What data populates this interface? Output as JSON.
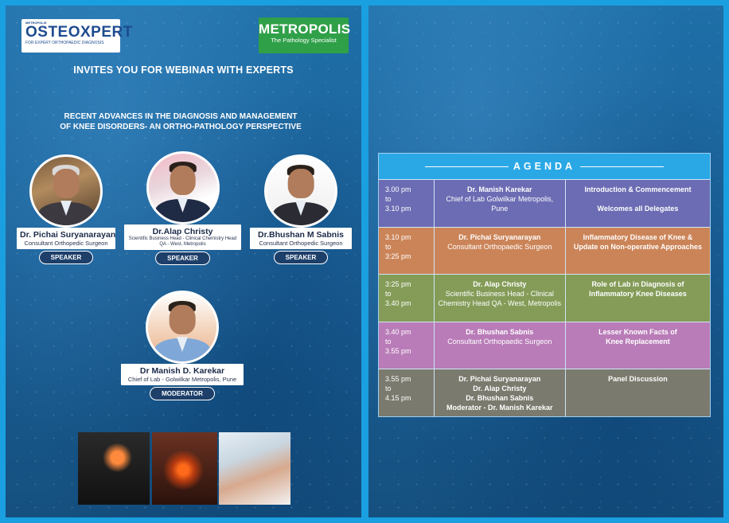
{
  "logos": {
    "osteo_top": "METROPOLIS",
    "osteo_brand": "OSTEOXPERT",
    "osteo_tagline": "FOR EXPERT ORTHOPAEDIC DIAGNOSIS",
    "metro_brand": "METROPOLIS",
    "metro_tagline": "The Pathology Specialist"
  },
  "invite": "INVITES YOU FOR WEBINAR WITH EXPERTS",
  "title_line1": "RECENT ADVANCES IN THE DIAGNOSIS AND MANAGEMENT",
  "title_line2": "OF KNEE DISORDERS- AN ORTHO-PATHOLOGY PERSPECTIVE",
  "speakers": [
    {
      "name": "Dr. Pichai Suryanarayan",
      "role": "Consultant Orthopedic Surgeon",
      "badge": "SPEAKER"
    },
    {
      "name": "Dr.Alap Christy",
      "role": "Scientific Business Head - Clinical Chemistry Head QA - West, Metropolis",
      "badge": "SPEAKER"
    },
    {
      "name": "Dr.Bhushan M Sabnis",
      "role": "Consultant Orthopedic Surgeon",
      "badge": "SPEAKER"
    }
  ],
  "moderator": {
    "name": "Dr Manish D. Karekar",
    "role": "Chief of Lab - Golwilkar Metropolis, Pune",
    "badge": "MODERATOR"
  },
  "agenda": {
    "heading": "AGENDA",
    "colors": [
      "#6c6cb4",
      "#cb8458",
      "#849c58",
      "#b97cb8",
      "#7a7a6e"
    ],
    "rows": [
      {
        "time": [
          "3.00 pm",
          "to",
          "3.10 pm"
        ],
        "speaker": [
          "Dr. Manish Karekar",
          "Chief of Lab Golwilkar Metropolis,",
          "Pune"
        ],
        "topic": [
          "Introduction & Commencement",
          "",
          "Welcomes all Delegates"
        ]
      },
      {
        "time": [
          "3.10 pm",
          "to",
          "3:25 pm"
        ],
        "speaker": [
          "Dr. Pichai Suryanarayan",
          "Consultant Orthopaedic Surgeon",
          ""
        ],
        "topic": [
          "Inflammatory Disease of Knee &",
          "Update on Non-operative Approaches",
          ""
        ]
      },
      {
        "time": [
          "3:25 pm",
          "to",
          "3.40 pm"
        ],
        "speaker": [
          "Dr. Alap Christy",
          "Scientific Business Head - Clinical",
          "Chemistry Head QA - West, Metropolis"
        ],
        "topic": [
          "Role of Lab in Diagnosis of",
          "Inflammatory Knee Diseases",
          ""
        ]
      },
      {
        "time": [
          "3.40 pm",
          "to",
          "3.55 pm"
        ],
        "speaker": [
          "Dr. Bhushan Sabnis",
          "Consultant Orthopaedic Surgeon",
          ""
        ],
        "topic": [
          "Lesser Known Facts of",
          "Knee Replacement",
          ""
        ]
      },
      {
        "time": [
          "3.55 pm",
          "to",
          "4.15 pm"
        ],
        "speaker": [
          "Dr. Pichai Suryanarayan",
          "Dr. Alap Christy",
          "Dr. Bhushan Sabnis",
          "Moderator - Dr. Manish Karekar"
        ],
        "topic": [
          "Panel Discussion"
        ]
      }
    ]
  }
}
